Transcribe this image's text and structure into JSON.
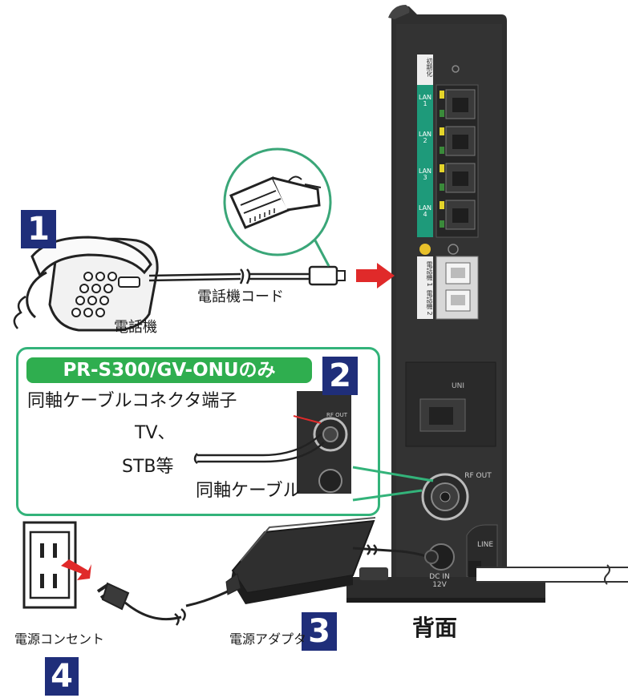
{
  "steps": {
    "s1": "1",
    "s2": "2",
    "s3": "3",
    "s4": "4"
  },
  "labels": {
    "phone": "電話機",
    "phone_cord": "電話機コード",
    "model_note": "PR-S300/GV-ONUのみ",
    "coax_terminal": "同軸ケーブルコネクタ端子",
    "tv": "TV、",
    "stb": "STB等",
    "coax_cable": "同軸ケーブル",
    "outlet": "電源コンセント",
    "adapter": "電源アダプタ",
    "back": "背面"
  },
  "device_labels": {
    "init": "初期化",
    "lan1": "LAN 1",
    "lan2": "LAN 2",
    "lan3": "LAN 3",
    "lan4": "LAN 4",
    "tel1": "電話機 1",
    "tel2": "電話機 2",
    "uni": "UNI",
    "rf_out": "RF OUT",
    "rf_out_zoom": "RF OUT",
    "line": "LINE",
    "dc_in": "DC IN",
    "dc_v": "12V"
  },
  "colors": {
    "device_body": "#2f2f2f",
    "step_badge": "#1f2e7a",
    "note_green": "#2fae4f",
    "callout_border": "#33b37a",
    "arrow_red": "#e02a2a",
    "lan_panel": "#1e9a7a",
    "led_yellow": "#e4d42a"
  },
  "icons": [
    "telephone-icon",
    "modular-plug-icon",
    "power-outlet-icon",
    "power-plug-icon",
    "ac-adapter-icon",
    "coax-connector-icon"
  ]
}
